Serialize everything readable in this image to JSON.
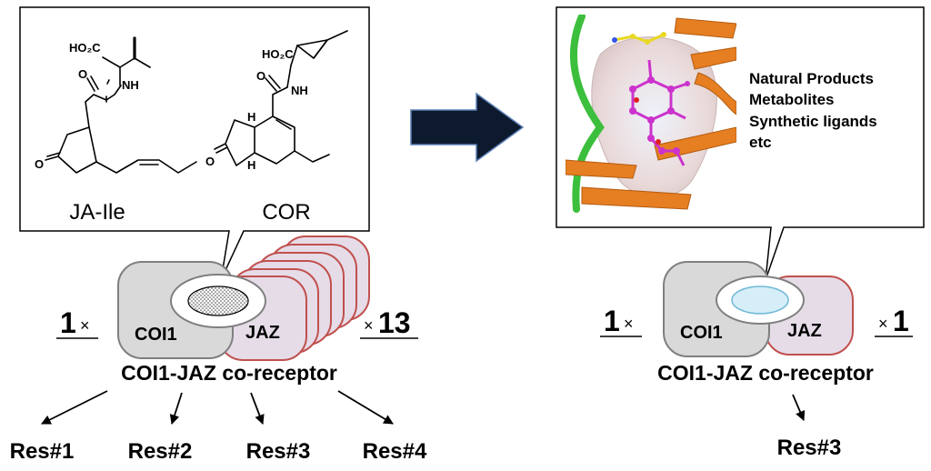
{
  "left": {
    "molecules": {
      "ja_ile": {
        "name": "JA-Ile",
        "cooh": "HO₂C",
        "nh": "NH",
        "o_amide": "O",
        "o_ketone": "O"
      },
      "cor": {
        "name": "COR",
        "cooh": "HO₂C",
        "nh": "NH",
        "o_amide": "O",
        "o_ketone": "O",
        "h_top": "H",
        "h_bottom": "H"
      }
    },
    "coi1_label": "COI1",
    "jaz_label": "JAZ",
    "coi1_count": "1",
    "jaz_count": "13",
    "times": "×",
    "coreceptor": "COI1-JAZ co-receptor",
    "responses": [
      "Res#1",
      "Res#2",
      "Res#3",
      "Res#4"
    ]
  },
  "right": {
    "ligand_list": [
      "Natural Products",
      "Metabolites",
      "Synthetic ligands",
      "etc"
    ],
    "coi1_label": "COI1",
    "jaz_label": "JAZ",
    "coi1_count": "1",
    "jaz_count": "1",
    "times": "×",
    "coreceptor": "COI1-JAZ co-receptor",
    "response": "Res#3"
  },
  "colors": {
    "coi1_fill": "#d9d9d9",
    "coi1_stroke": "#7f7f7f",
    "jaz_fill": "#e6dce8",
    "jaz_stroke": "#c0504d",
    "pocket_fill": "#d6eef8",
    "pocket_stroke": "#6fb8d6",
    "ribbon": "#e67e22",
    "helix": "#3cbf3c",
    "ligand": "#cc33cc",
    "arrow": "#0d1a2e"
  }
}
